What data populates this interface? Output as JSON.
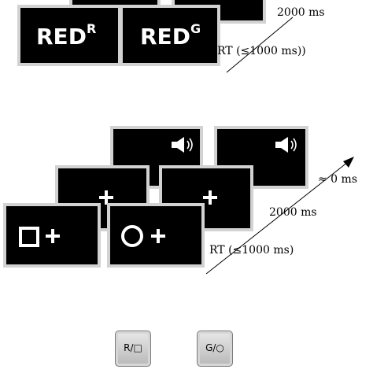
{
  "top_panel": {
    "stim_red_r": {
      "word": "RED",
      "superscript": "R"
    },
    "stim_red_g": {
      "word": "RED",
      "superscript": "G"
    },
    "interval_label": "2000 ms",
    "rt_label": "RT (≤1000 ms))"
  },
  "bottom_panel": {
    "interval_top_label": "≈ 0 ms",
    "interval_label": "2000 ms",
    "rt_label": "RT (≤1000 ms)",
    "icons": [
      "speaker-icon",
      "speaker-icon",
      "fixation-cross-icon",
      "fixation-cross-icon",
      "square-icon",
      "circle-icon"
    ]
  },
  "response_keys": [
    {
      "label": "R/□"
    },
    {
      "label": "G/○"
    }
  ],
  "colors": {
    "screen": "#000000",
    "screen_border": "#d2d2d2",
    "stimulus": "#ffffff",
    "key_face": "#c8c8c8"
  }
}
